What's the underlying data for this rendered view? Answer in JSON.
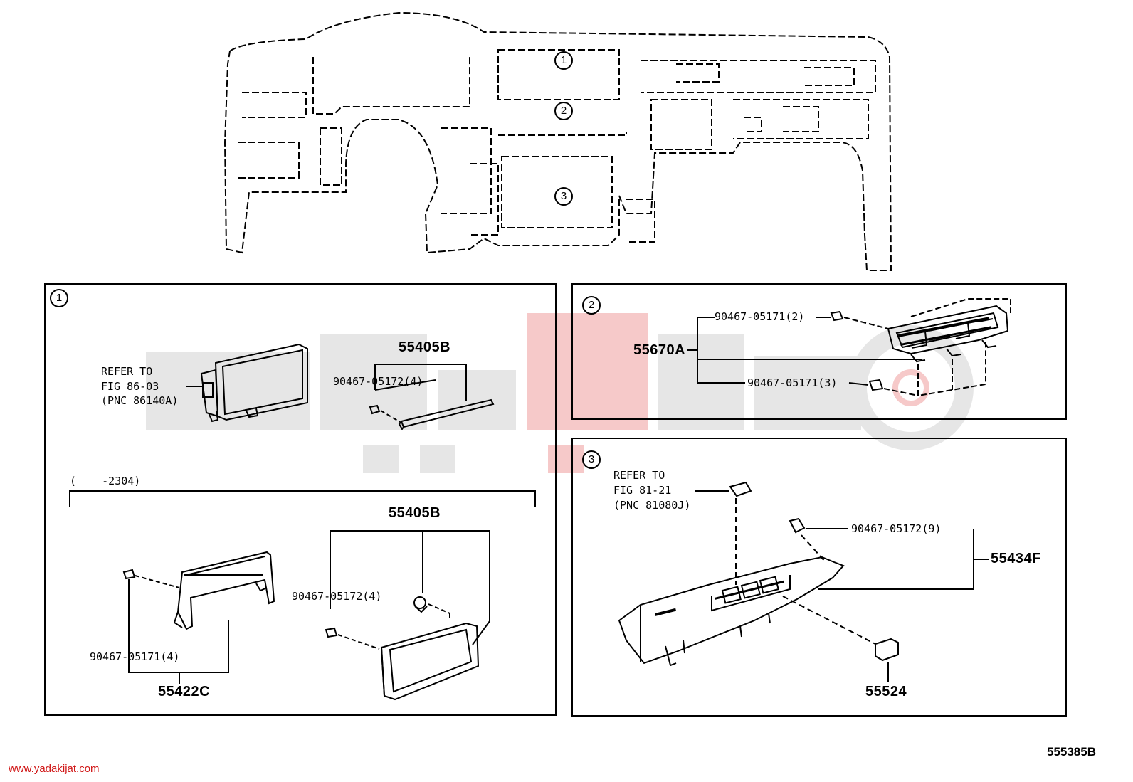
{
  "overview": {
    "callouts": [
      "1",
      "2",
      "3"
    ]
  },
  "section1": {
    "marker": "1",
    "refer_lines": [
      "REFER TO",
      "FIG 86-03",
      "(PNC 86140A)"
    ],
    "part_55405B_top": "55405B",
    "bolt_top": "90467-05172(4)",
    "range_note": "(    -2304)",
    "part_55405B_bottom": "55405B",
    "bolt_bottom": "90467-05172(4)",
    "clip_left": "90467-05171(4)",
    "part_55422C": "55422C"
  },
  "section2": {
    "marker": "2",
    "clip_upper": "90467-05171(2)",
    "part_55670A": "55670A",
    "clip_lower": "90467-05171(3)"
  },
  "section3": {
    "marker": "3",
    "refer_lines": [
      "REFER TO",
      "FIG 81-21",
      "(PNC 81080J)"
    ],
    "clip_right": "90467-05172(9)",
    "part_55434F": "55434F",
    "part_55524": "55524"
  },
  "footer": {
    "figure_code": "555385B",
    "watermark": "www.yadakijat.com"
  },
  "colors": {
    "ink": "#000000",
    "watermark_red": "#d01515",
    "logo_gray": "#e6e6e6",
    "logo_pink": "#f6c9c9"
  }
}
